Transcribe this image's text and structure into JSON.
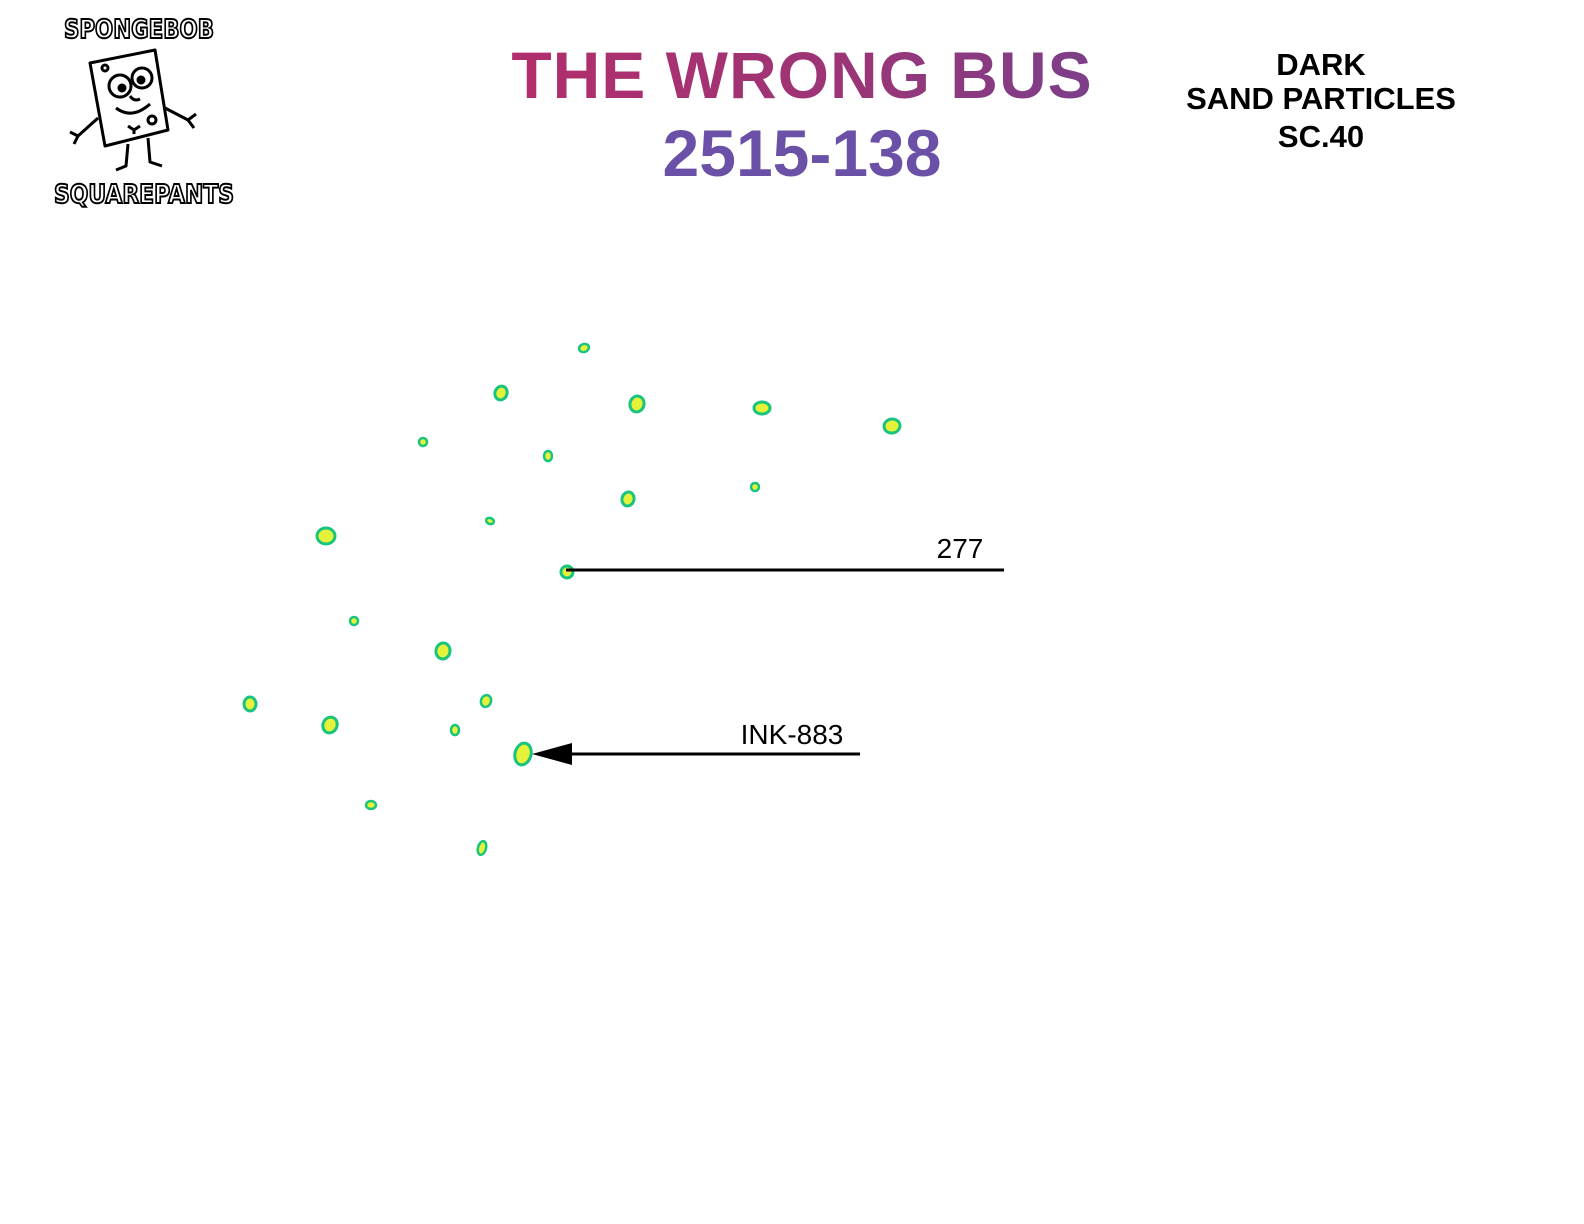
{
  "logo": {
    "line1": "SPONGEBOB",
    "line2": "SQUAREPANTS"
  },
  "header": {
    "title": "THE WRONG BUS",
    "production_number": "2515-138"
  },
  "info": {
    "type": "DARK",
    "subject": "SAND PARTICLES",
    "scene": "SC.40"
  },
  "callouts": {
    "line_label": "277",
    "arrow_label": "INK-883"
  },
  "colors": {
    "particle_outline": "#19c47e",
    "particle_fill": "#e6f23a",
    "ink": "#000000",
    "title": "#a3326f",
    "production_number": "#6a50a6"
  }
}
